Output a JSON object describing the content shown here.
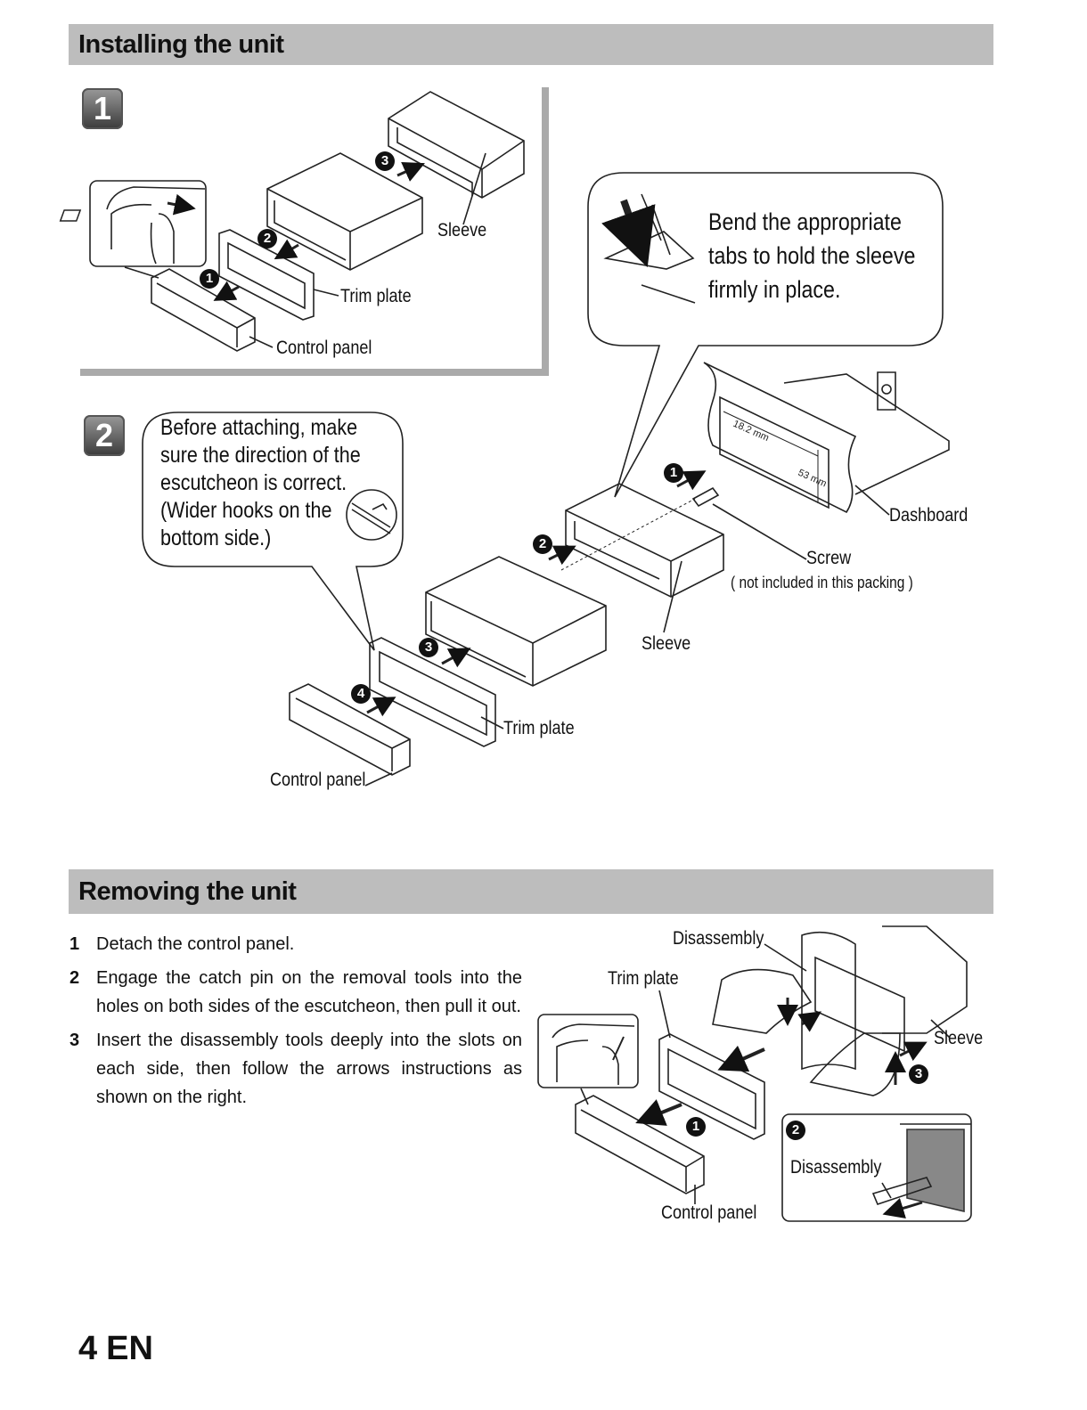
{
  "install": {
    "title": "Installing the unit",
    "step1_badge": "1",
    "step2_badge": "2",
    "labels": {
      "sleeve_1": "Sleeve",
      "trim_plate_1": "Trim plate",
      "control_panel_1": "Control panel",
      "dashboard": "Dashboard",
      "screw": "Screw",
      "screw_note": "( not included in this packing )",
      "sleeve_2": "Sleeve",
      "trim_plate_2": "Trim plate",
      "control_panel_2": "Control panel",
      "dim_width": "18.2 mm",
      "dim_height": "53 mm"
    },
    "bend_note": [
      "Bend the appropriate",
      "tabs to hold the sleeve",
      "firmly in place."
    ],
    "attach_note": [
      "Before attaching, make",
      "sure the direction of the",
      "escutcheon is correct.",
      "(Wider hooks on the",
      "bottom side.)"
    ],
    "markers": {
      "m1": "1",
      "m2": "2",
      "m3": "3",
      "m4": "4"
    }
  },
  "remove": {
    "title": "Removing the unit",
    "steps": [
      {
        "num": "1",
        "text": "Detach the control panel."
      },
      {
        "num": "2",
        "text": "Engage the catch pin on the removal tools into the holes on both sides of the escutcheon, then pull it out."
      },
      {
        "num": "3",
        "text": "Insert the disassembly tools deeply into the slots on each side, then follow the arrows instructions as shown on the right."
      }
    ],
    "labels": {
      "disassembly_top": "Disassembly",
      "trim_plate": "Trim plate",
      "sleeve": "Sleeve",
      "disassembly_inset": "Disassembly",
      "control_panel": "Control panel"
    }
  },
  "footer": {
    "page": "4",
    "lang": "EN"
  }
}
